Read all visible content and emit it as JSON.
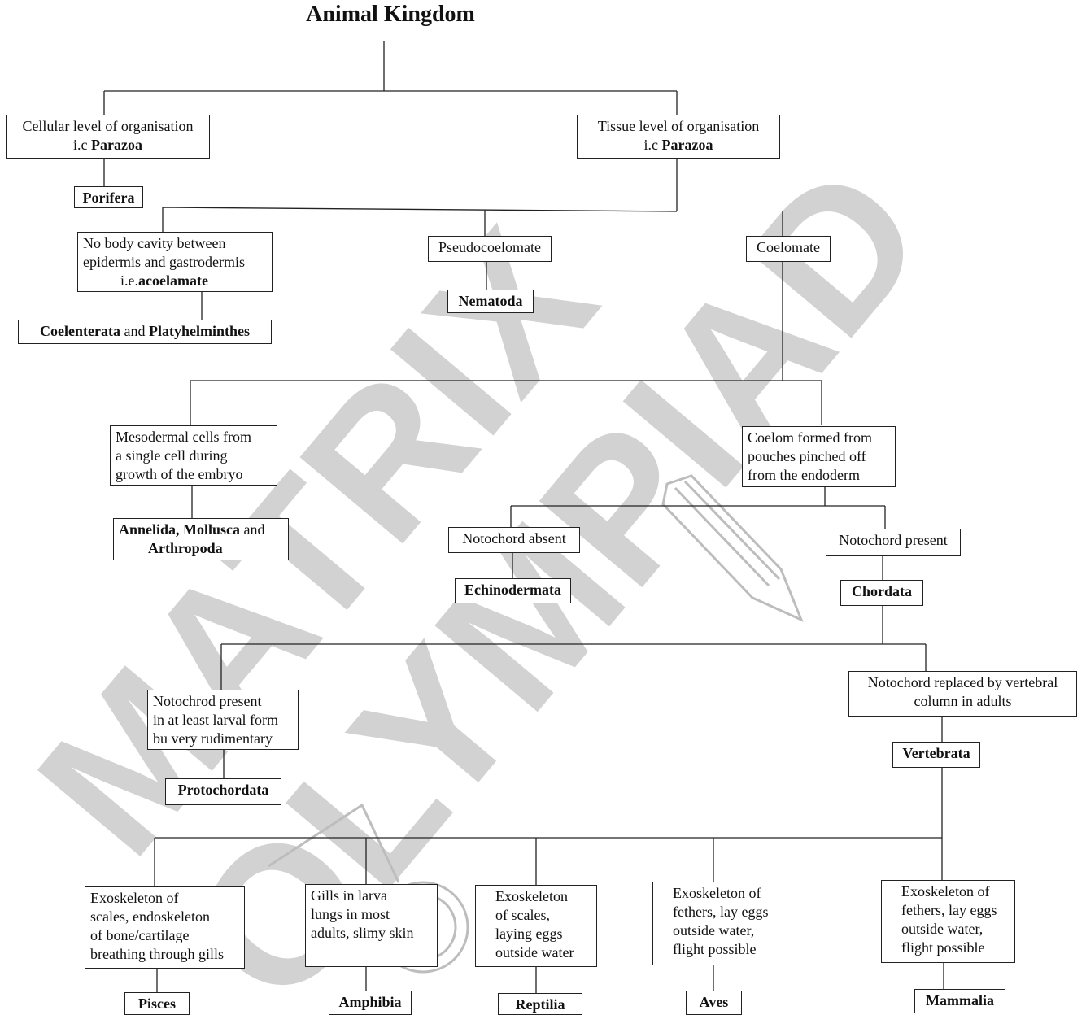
{
  "title": "Animal Kingdom",
  "watermark": {
    "line1": "MATRIX",
    "line2": "OLYMPIAD"
  },
  "nodes": {
    "cellular": {
      "text": "Cellular level of organisation",
      "extra_prefix": "i.c ",
      "extra_bold": "Parazoa"
    },
    "tissue": {
      "text": "Tissue level of organisation",
      "extra_prefix": "i.c ",
      "extra_bold": "Parazoa"
    },
    "porifera": "Porifera",
    "acoelamate": {
      "text": "No body cavity between\nepidermis and gastrodermis",
      "extra_prefix": "i.e.",
      "extra_bold": "acoelamate"
    },
    "pseudo": "Pseudocoelomate",
    "coelomate": "Coelomate",
    "nematoda": "Nematoda",
    "coel_platy": {
      "a": "Coelenterata",
      "and": " and ",
      "b": "Platyhelminthes"
    },
    "mesodermal": "Mesodermal cells from\na single cell during\ngrowth of the embryo",
    "annelida": {
      "a": "Annelida, Mollusca",
      "and": " and",
      "b": "Arthropoda"
    },
    "coelom_formed": "Coelom formed from\npouches pinched off\nfrom the endoderm",
    "noto_absent": "Notochord absent",
    "noto_present": "Notochord present",
    "echinodermata": "Echinodermata",
    "chordata": "Chordata",
    "notochrod_present": "Notochrod present\nin at least larval form\nbu very rudimentary",
    "noto_replaced": "Notochord replaced by vertebral\ncolumn in adults",
    "protochordata": "Protochordata",
    "vertebrata": "Vertebrata",
    "pisces_desc": "Exoskeleton of\nscales, endoskeleton\nof bone/cartilage\nbreathing through gills",
    "amphibia_desc": "Gills in larva\nlungs in most\nadults, slimy skin",
    "reptilia_desc": "Exoskeleton\nof scales,\nlaying eggs\noutside water",
    "aves_desc": "Exoskeleton of\nfethers, lay eggs\noutside water,\nflight possible",
    "mammalia_desc": "Exoskeleton of\nfethers, lay eggs\noutside water,\nflight possible",
    "pisces": "Pisces",
    "amphibia": "Amphibia",
    "reptilia": "Reptilia",
    "aves": "Aves",
    "mammalia": "Mammalia"
  }
}
